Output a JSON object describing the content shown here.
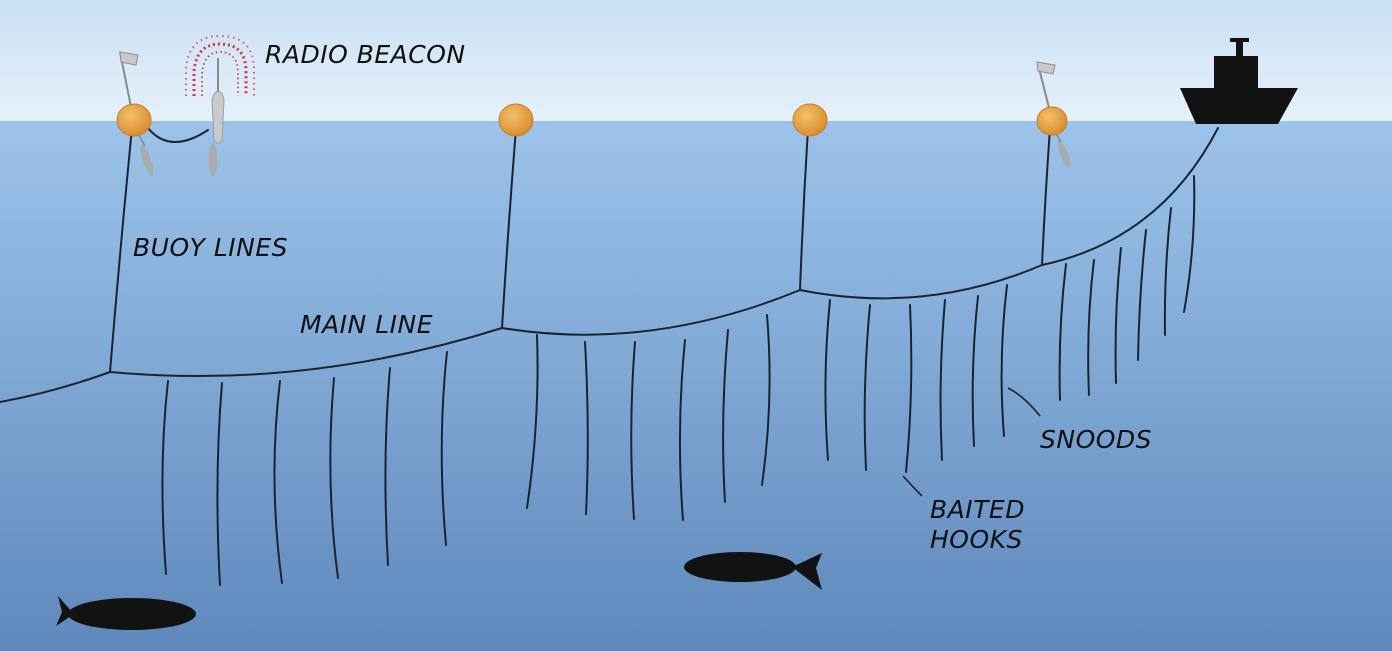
{
  "labels": {
    "radio_beacon": "RADIO BEACON",
    "buoy_lines": "BUOY LINES",
    "main_line": "MAIN LINE",
    "snoods": "SNOODS",
    "baited_hooks_line1": "BAITED",
    "baited_hooks_line2": "HOOKS"
  },
  "colors": {
    "sky": "#dcebf7",
    "water_top": "#9cc4ea",
    "water_bottom": "#5f88bc",
    "buoy": "#e39a3a",
    "line": "#1b2330",
    "beacon": "#d8343a",
    "silhouette": "#121212",
    "flag": "#c9c9c9"
  }
}
